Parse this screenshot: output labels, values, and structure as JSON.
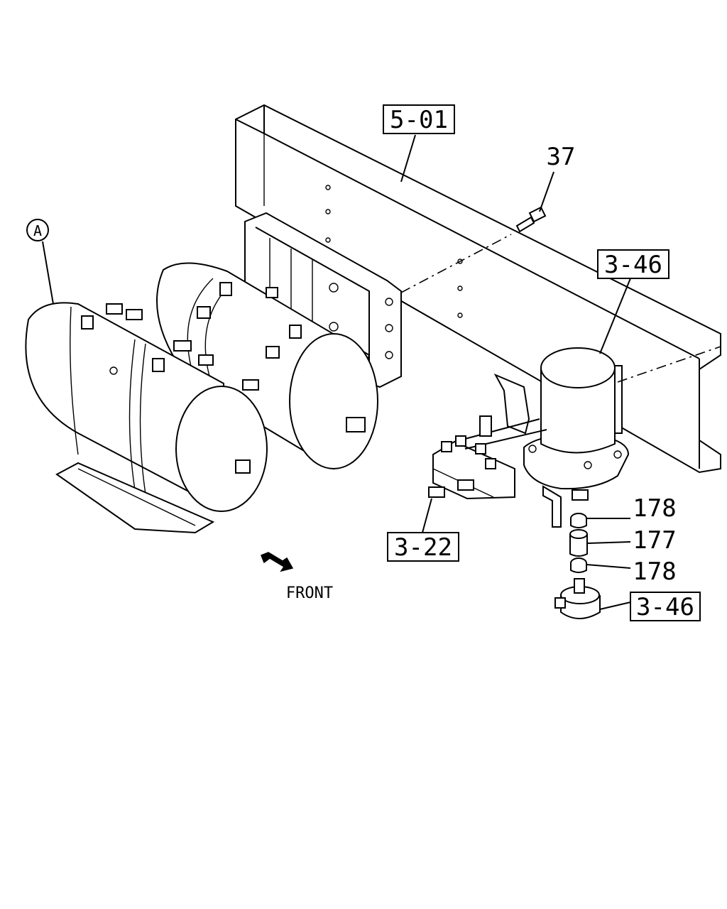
{
  "callouts": {
    "frame_ref": "5-01",
    "bolt": "37",
    "dryer_ref": "3-46",
    "fitting_top": "178",
    "pipe": "177",
    "fitting_bottom": "178",
    "valve_ref": "3-46",
    "manifold_ref": "3-22",
    "detail_marker": "A"
  },
  "direction": {
    "label": "FRONT"
  }
}
